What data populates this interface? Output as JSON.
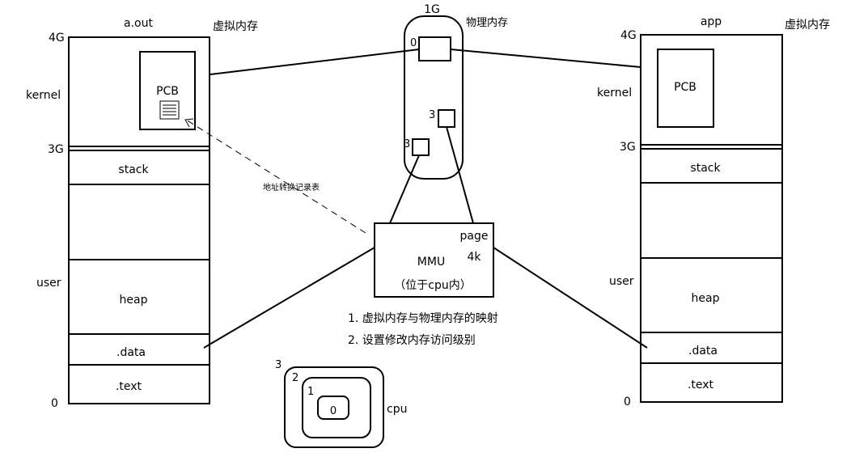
{
  "left_process": {
    "title": "a.out",
    "virtual_label": "虚拟内存",
    "addr_4g": "4G",
    "addr_3g": "3G",
    "addr_0": "0",
    "kernel_label": "kernel",
    "user_label": "user",
    "pcb_label": "PCB",
    "segments": {
      "stack": "stack",
      "heap": "heap",
      "data": ".data",
      "text": ".text"
    }
  },
  "right_process": {
    "title": "app",
    "virtual_label": "虚拟内存",
    "addr_4g": "4G",
    "addr_3g": "3G",
    "addr_0": "0",
    "kernel_label": "kernel",
    "user_label": "user",
    "pcb_label": "PCB",
    "segments": {
      "stack": "stack",
      "heap": "heap",
      "data": ".data",
      "text": ".text"
    }
  },
  "physical": {
    "size_label": "1G",
    "title": "物理内存",
    "zero_label": "0",
    "page_label_a": "3",
    "page_label_b": "3"
  },
  "translation_table_label": "地址转换记录表",
  "mmu": {
    "title": "MMU",
    "page_label": "page",
    "page_size": "4k",
    "location": "（位于cpu内）"
  },
  "mmu_functions": [
    "1. 虚拟内存与物理内存的映射",
    "2. 设置修改内存访问级别"
  ],
  "cpu": {
    "label": "cpu",
    "rings": [
      "3",
      "2",
      "1",
      "0"
    ]
  }
}
